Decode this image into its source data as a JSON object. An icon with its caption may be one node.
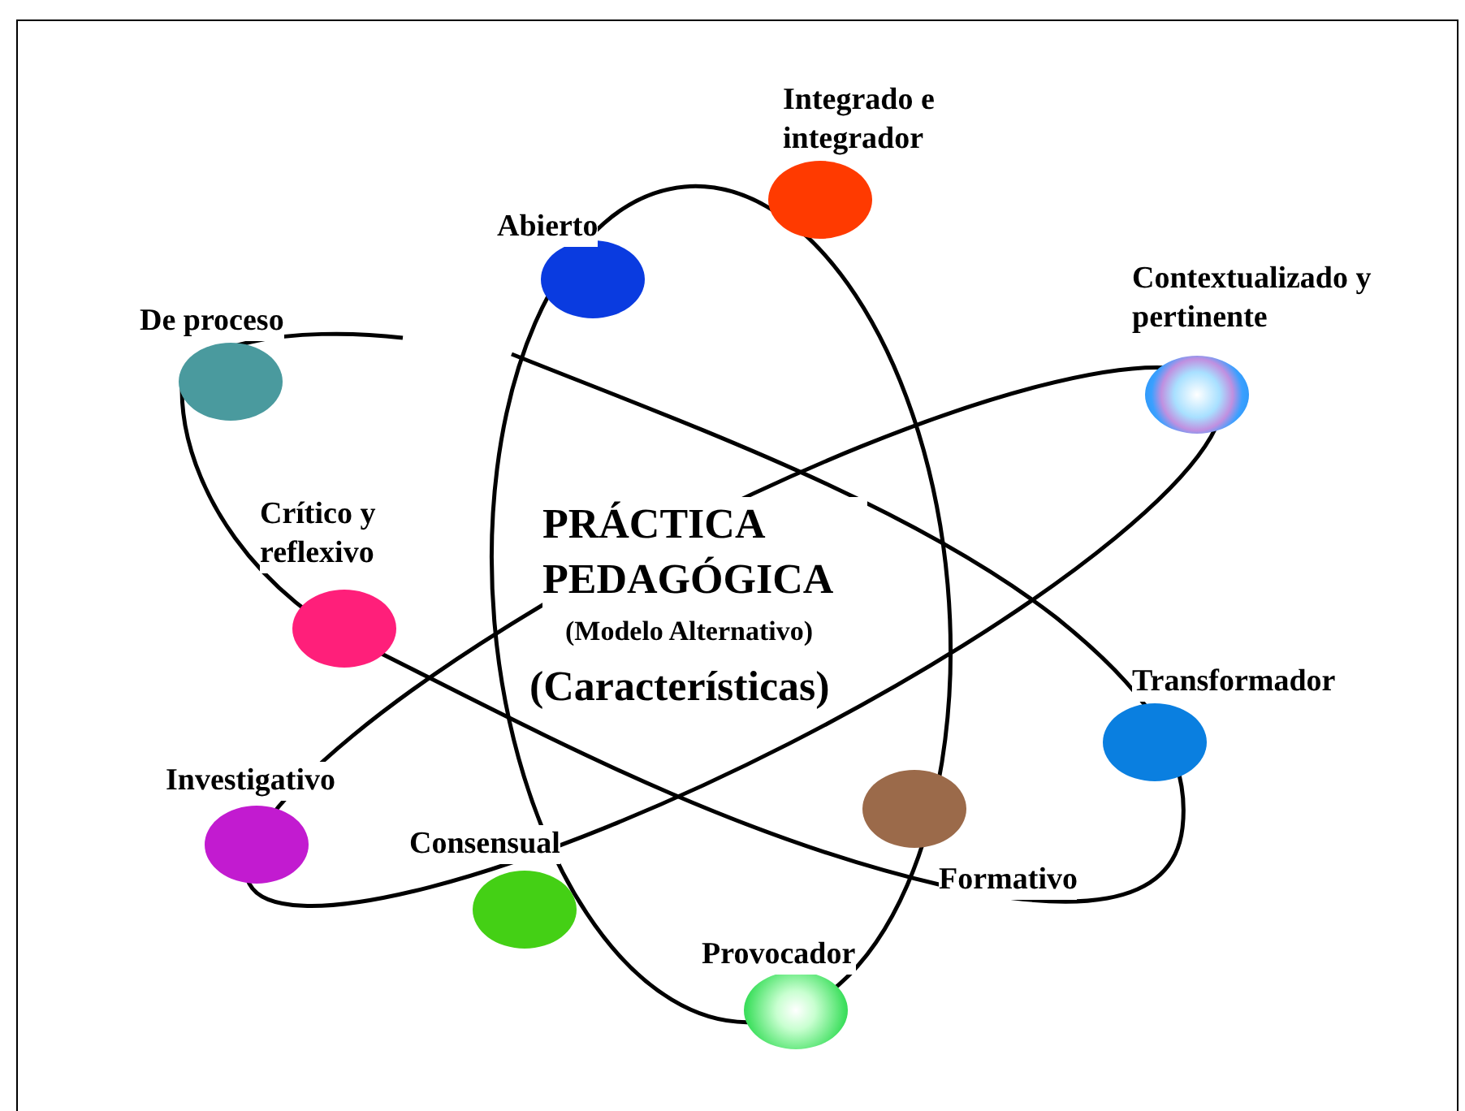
{
  "diagram": {
    "nodes": [
      {
        "text": [],
        "shape": "circle",
        "beside": [
          "Abierto"
        ]
      },
      {
        "text": [],
        "shape": "circle",
        "beside": [
          "Integrado e integrador"
        ]
      },
      {
        "text": [],
        "shape": "circle",
        "beside": [
          "De proceso"
        ]
      },
      {
        "text": [],
        "shape": "circle",
        "beside": [
          "Contextualizado y pertinente"
        ]
      },
      {
        "text": [],
        "shape": "circle",
        "beside": [
          "Crítico y reflexivo"
        ]
      },
      {
        "text": [],
        "shape": "circle",
        "beside": [
          "Transformador"
        ]
      },
      {
        "text": [],
        "shape": "circle",
        "beside": [
          "Investigativo"
        ]
      },
      {
        "text": [],
        "shape": "circle",
        "beside": [
          "Consensual"
        ]
      },
      {
        "text": [],
        "shape": "circle",
        "beside": [
          "Formativo"
        ]
      },
      {
        "text": [],
        "shape": "circle",
        "beside": [
          "Provocador"
        ]
      }
    ],
    "labels": [
      "PRÁCTICA PEDAGÓGICA",
      "(Modelo Alternativo)",
      "(Características)"
    ]
  }
}
